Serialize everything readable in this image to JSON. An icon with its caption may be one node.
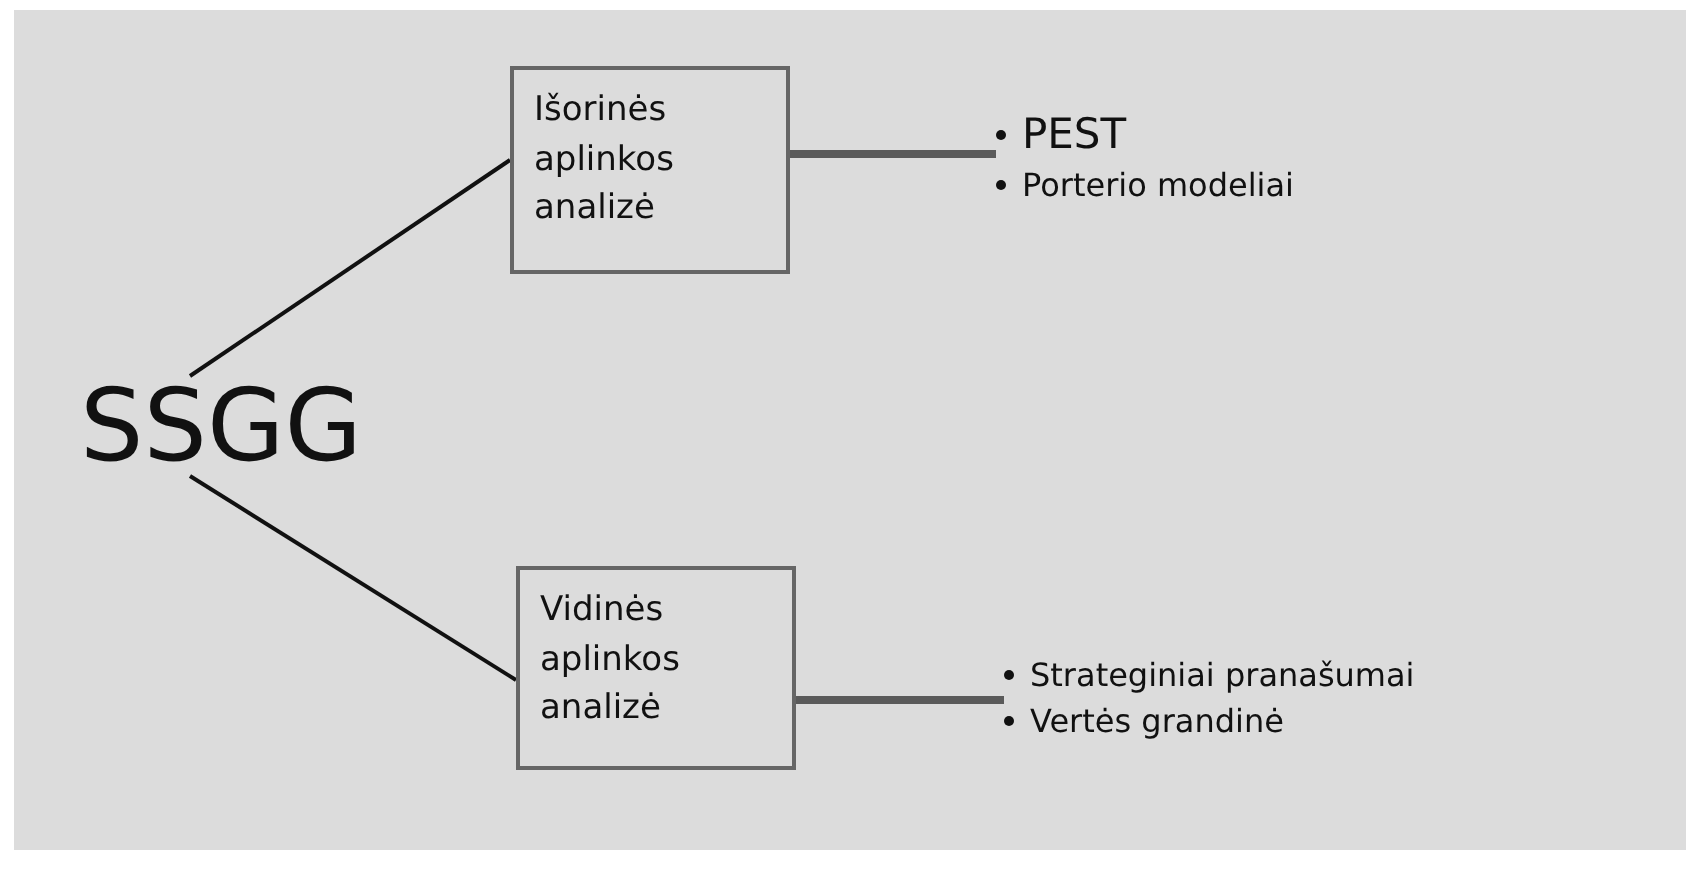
{
  "diagram": {
    "nodes": [
      {
        "text": [
          "SSGG"
        ]
      },
      {
        "text": [
          "Išorinės aplinkos analizė"
        ]
      },
      {
        "text": [
          "PEST",
          "Porterio modeliai"
        ]
      },
      {
        "text": [
          "Vidinės aplinkos analizė"
        ]
      },
      {
        "text": [
          "Strateginiai pranašumai",
          "Vertės grandinė"
        ]
      }
    ],
    "edges": [
      {
        "from": 0,
        "to": 1,
        "arrow": "none"
      },
      {
        "from": 1,
        "to": 2,
        "arrow": "none",
        "style": "thick",
        "color": "#5a5a5a"
      },
      {
        "from": 0,
        "to": 3,
        "arrow": "none"
      },
      {
        "from": 3,
        "to": 4,
        "arrow": "none",
        "style": "thick",
        "color": "#5a5a5a"
      }
    ]
  }
}
